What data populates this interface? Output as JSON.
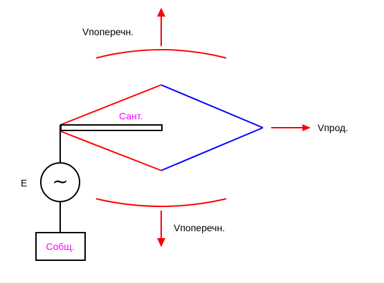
{
  "labels": {
    "v_transverse_top": "Vпоперечн.",
    "v_transverse_bottom": "Vпоперечн.",
    "v_longitudinal": "Vпрод.",
    "antenna": "Сант.",
    "source": "E",
    "source_symbol": "~",
    "common_capacitance": "Собщ."
  },
  "colors": {
    "red": "#ff0000",
    "blue": "#0000ff",
    "magenta": "#ff00ff",
    "black": "#000000"
  }
}
